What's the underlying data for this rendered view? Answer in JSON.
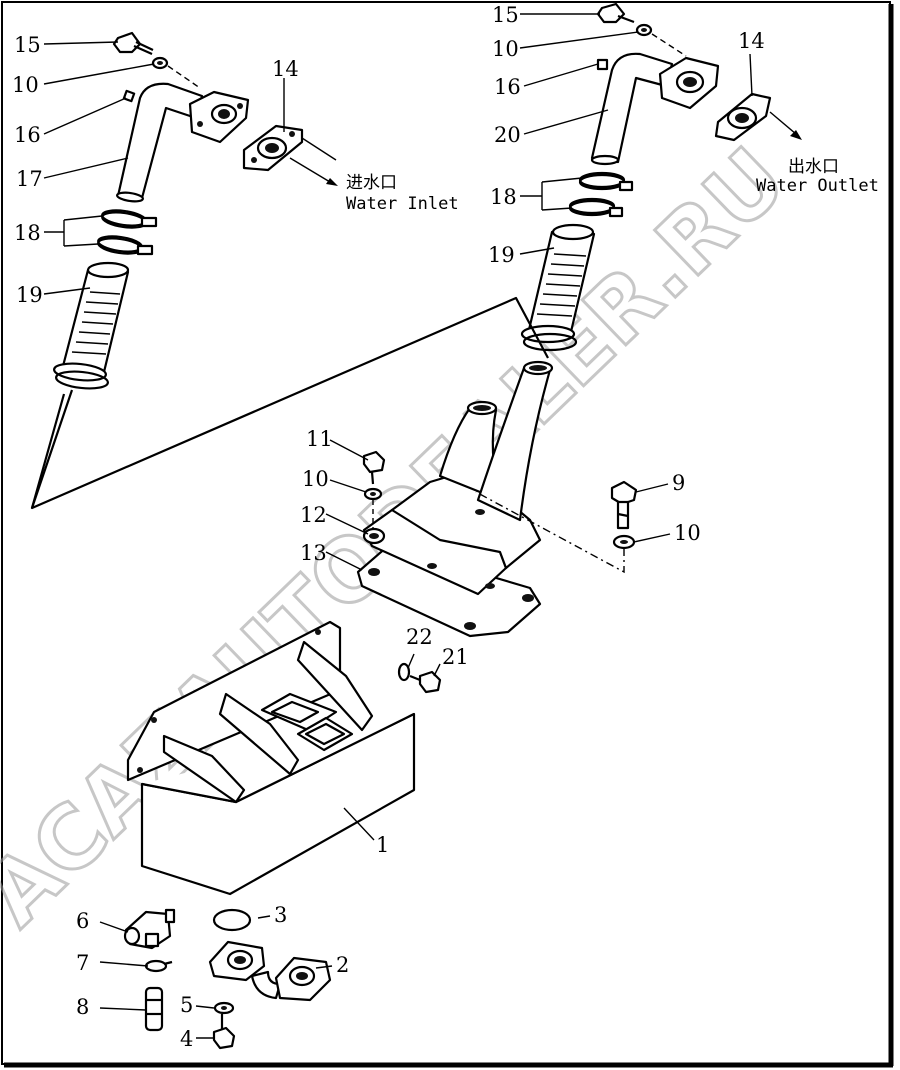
{
  "callouts": {
    "c1": "1",
    "c2": "2",
    "c3": "3",
    "c4": "4",
    "c5": "5",
    "c6": "6",
    "c7": "7",
    "c8": "8",
    "c9": "9",
    "c10a": "10",
    "c10b": "10",
    "c10c": "10",
    "c10d": "10",
    "c11": "11",
    "c12": "12",
    "c13": "13",
    "c14a": "14",
    "c14b": "14",
    "c15a": "15",
    "c15b": "15",
    "c16a": "16",
    "c16b": "16",
    "c17": "17",
    "c18a": "18",
    "c18b": "18",
    "c19a": "19",
    "c19b": "19",
    "c20": "20",
    "c21": "21",
    "c22": "22"
  },
  "inlet": {
    "cn": "进水口",
    "en": "Water Inlet"
  },
  "outlet": {
    "cn": "出水口",
    "en": "Water Outlet"
  },
  "watermark": "ACAZAUTODEALER.RU"
}
